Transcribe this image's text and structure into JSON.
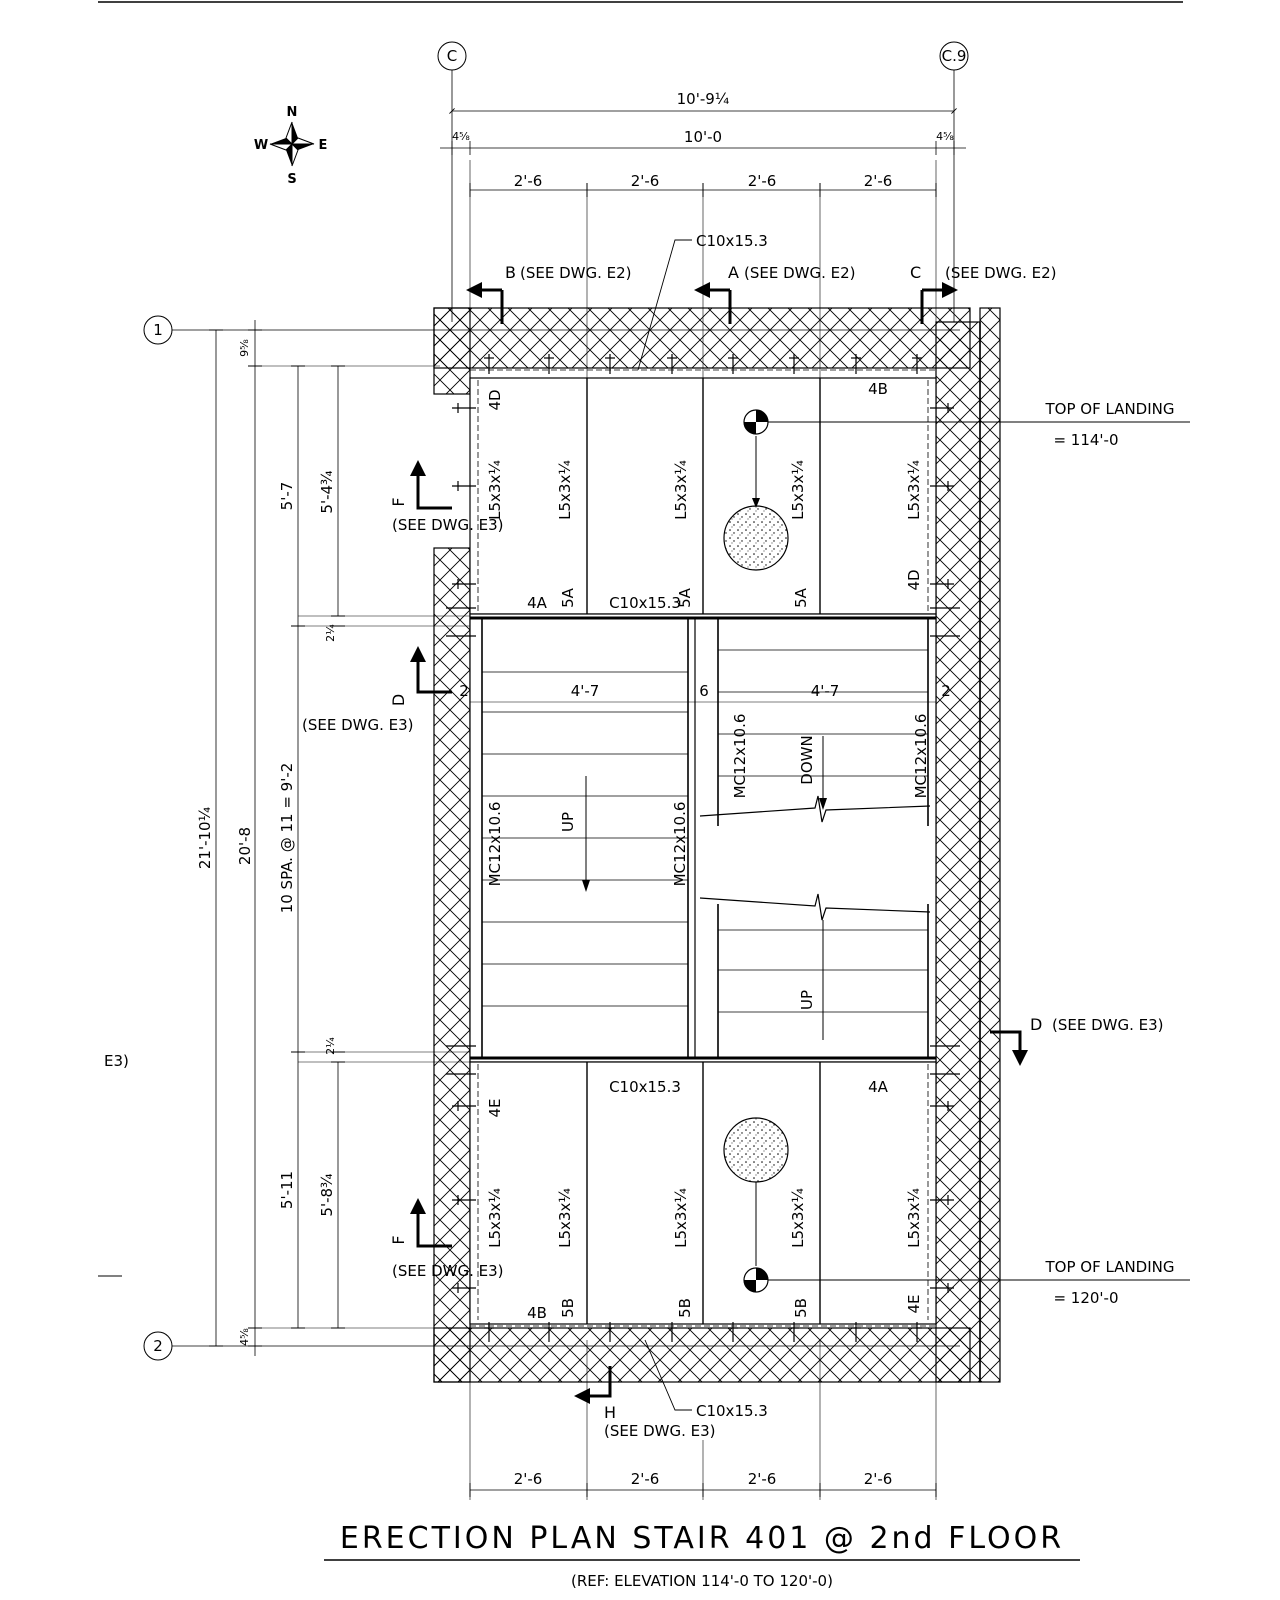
{
  "grid": {
    "col_left": "C",
    "col_right": "C.9",
    "row_top": "1",
    "row_bottom": "2"
  },
  "compass": {
    "n": "N",
    "s": "S",
    "e": "E",
    "w": "W"
  },
  "dims": {
    "overall_width": "10'-9¼",
    "inner_width": "10'-0",
    "edge_left": "4⅝",
    "edge_right": "4⅝",
    "bay": "2'-6",
    "overall_height": "21'-10¼",
    "inner_height": "20'-8",
    "top_offset": "9⅝",
    "bottom_offset": "4⅝",
    "landing_top": "5'-7",
    "landing_top_inner": "5'-4¾",
    "stair_run": "10 SPA. @ 11 = 9'-2",
    "gap_top": "2¼",
    "gap_bottom": "2¼",
    "landing_bottom": "5'-11",
    "landing_bottom_inner": "5'-8¾",
    "flight_left": "4'-7",
    "flight_right": "4'-7",
    "well_gap": "6",
    "edge_gap_left": "2",
    "edge_gap_right": "2"
  },
  "sections": {
    "b": {
      "letter": "B",
      "ref": "(SEE DWG. E2)"
    },
    "a": {
      "letter": "A",
      "ref": "(SEE DWG. E2)"
    },
    "c": {
      "letter": "C",
      "ref": "(SEE DWG. E2)"
    },
    "f_top": {
      "letter": "F",
      "ref": "(SEE DWG. E3)"
    },
    "d_left": {
      "letter": "D",
      "ref": "(SEE DWG. E3)"
    },
    "d_right": {
      "letter": "D",
      "ref": "(SEE DWG. E3)"
    },
    "f_bottom": {
      "letter": "F",
      "ref": "(SEE DWG. E3)"
    },
    "h": {
      "letter": "H",
      "ref": "(SEE DWG. E3)"
    },
    "edge_left": "E3)"
  },
  "members": {
    "channel_top": "C10x15.3",
    "channel_mid_top": "C10x15.3",
    "channel_mid_bottom": "C10x15.3",
    "channel_bottom": "C10x15.3",
    "angle": "L5x3x¼",
    "stringer": "MC12x10.6"
  },
  "marks": {
    "m4a": "4A",
    "m4b": "4B",
    "m4d": "4D",
    "m4e": "4E",
    "m5a": "5A",
    "m5b": "5B"
  },
  "stair": {
    "up": "UP",
    "down": "DOWN"
  },
  "landings": {
    "top_label": "TOP OF LANDING",
    "top_elev": "= 114'-0",
    "bottom_label": "TOP OF LANDING",
    "bottom_elev": "= 120'-0"
  },
  "title": {
    "main": "ERECTION PLAN STAIR 401 @ 2nd FLOOR",
    "sub": "(REF: ELEVATION 114'-0 TO 120'-0)"
  }
}
